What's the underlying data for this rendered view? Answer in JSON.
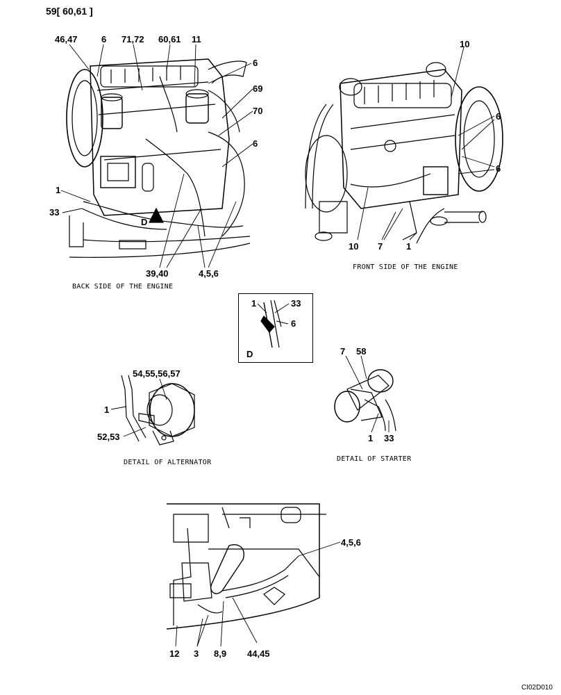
{
  "header": {
    "ref": "59[ 60,61 ]"
  },
  "figure_code": "CI02D010",
  "captions": {
    "back": "BACK SIDE OF THE ENGINE",
    "front": "FRONT SIDE OF THE ENGINE",
    "alternator": "DETAIL OF ALTERNATOR",
    "starter": "DETAIL OF STARTER"
  },
  "back_labels": {
    "l1": "46,47",
    "l2": "6",
    "l3": "71,72",
    "l4": "60,61",
    "l5": "11",
    "l6": "6",
    "l7": "69",
    "l8": "70",
    "l9": "6",
    "l10": "1",
    "l11": "33",
    "l12": "D",
    "l13": "39,40",
    "l14": "4,5,6"
  },
  "front_labels": {
    "l1": "10",
    "l2": "6",
    "l3": "6",
    "l4": "10",
    "l5": "7",
    "l6": "1"
  },
  "inset_labels": {
    "l1": "1",
    "l2": "33",
    "l3": "6",
    "l4": "D"
  },
  "alternator_labels": {
    "l1": "54,55,56,57",
    "l2": "1",
    "l3": "52,53"
  },
  "starter_labels": {
    "l1": "7",
    "l2": "58",
    "l3": "1",
    "l4": "33"
  },
  "bottom_labels": {
    "l1": "4,5,6",
    "l2": "12",
    "l3": "3",
    "l4": "8,9",
    "l5": "44,45"
  }
}
